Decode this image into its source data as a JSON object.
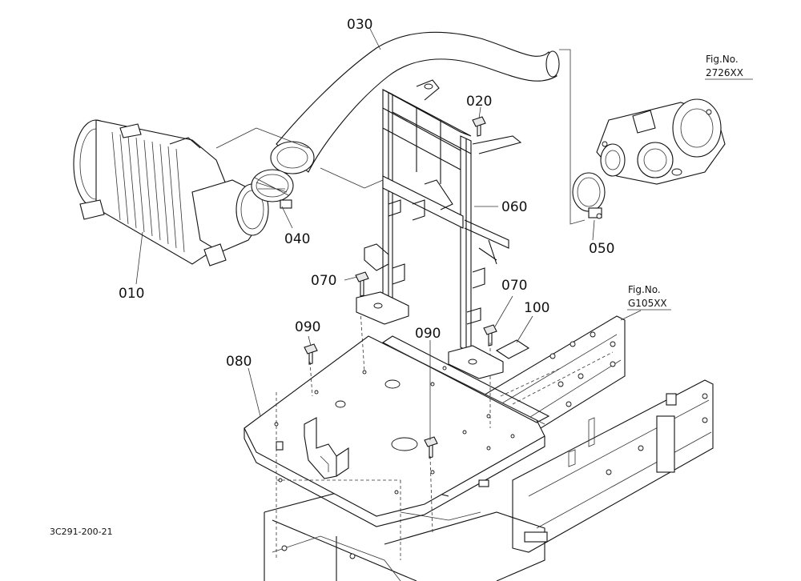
{
  "diagram": {
    "callouts": [
      {
        "id": "010",
        "label": "010"
      },
      {
        "id": "020",
        "label": "020"
      },
      {
        "id": "030",
        "label": "030"
      },
      {
        "id": "040",
        "label": "040"
      },
      {
        "id": "050",
        "label": "050"
      },
      {
        "id": "060",
        "label": "060"
      },
      {
        "id": "070a",
        "label": "070"
      },
      {
        "id": "070b",
        "label": "070"
      },
      {
        "id": "080",
        "label": "080"
      },
      {
        "id": "090a",
        "label": "090"
      },
      {
        "id": "090b",
        "label": "090"
      },
      {
        "id": "100",
        "label": "100"
      }
    ],
    "fig_refs": [
      {
        "id": "turbo",
        "prefix": "Fig.No.",
        "number": "2726XX"
      },
      {
        "id": "frame",
        "prefix": "Fig.No.",
        "number": "G105XX"
      }
    ],
    "drawing_number": "3C291-200-21"
  }
}
